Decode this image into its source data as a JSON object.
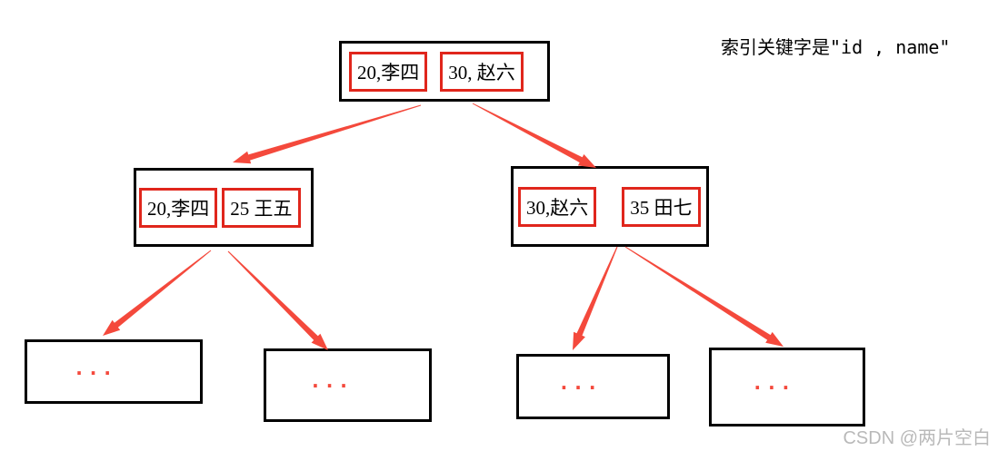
{
  "annotation": "索引关键字是\"id , name\"",
  "watermark": "CSDN @两片空白",
  "colors": {
    "node_border": "#000000",
    "cell_border": "#e0261c",
    "arrow": "#f4493c",
    "watermark_gray": "#b9b9b9",
    "background": "#ffffff"
  },
  "tree": {
    "type": "bplus-tree-index",
    "root": {
      "cells": [
        "20,李四",
        "30, 赵六"
      ]
    },
    "children": [
      {
        "id": "child-left",
        "cells": [
          "20,李四",
          "25 王五"
        ]
      },
      {
        "id": "child-right",
        "cells": [
          "30,赵六",
          "35 田七"
        ]
      }
    ],
    "leaves": [
      "...",
      "...",
      "...",
      "..."
    ]
  },
  "edges": [
    {
      "from": "root",
      "to": "child-left"
    },
    {
      "from": "root",
      "to": "child-right"
    },
    {
      "from": "child-left",
      "to": "leaf-1"
    },
    {
      "from": "child-left",
      "to": "leaf-2"
    },
    {
      "from": "child-right",
      "to": "leaf-3"
    },
    {
      "from": "child-right",
      "to": "leaf-4"
    }
  ]
}
